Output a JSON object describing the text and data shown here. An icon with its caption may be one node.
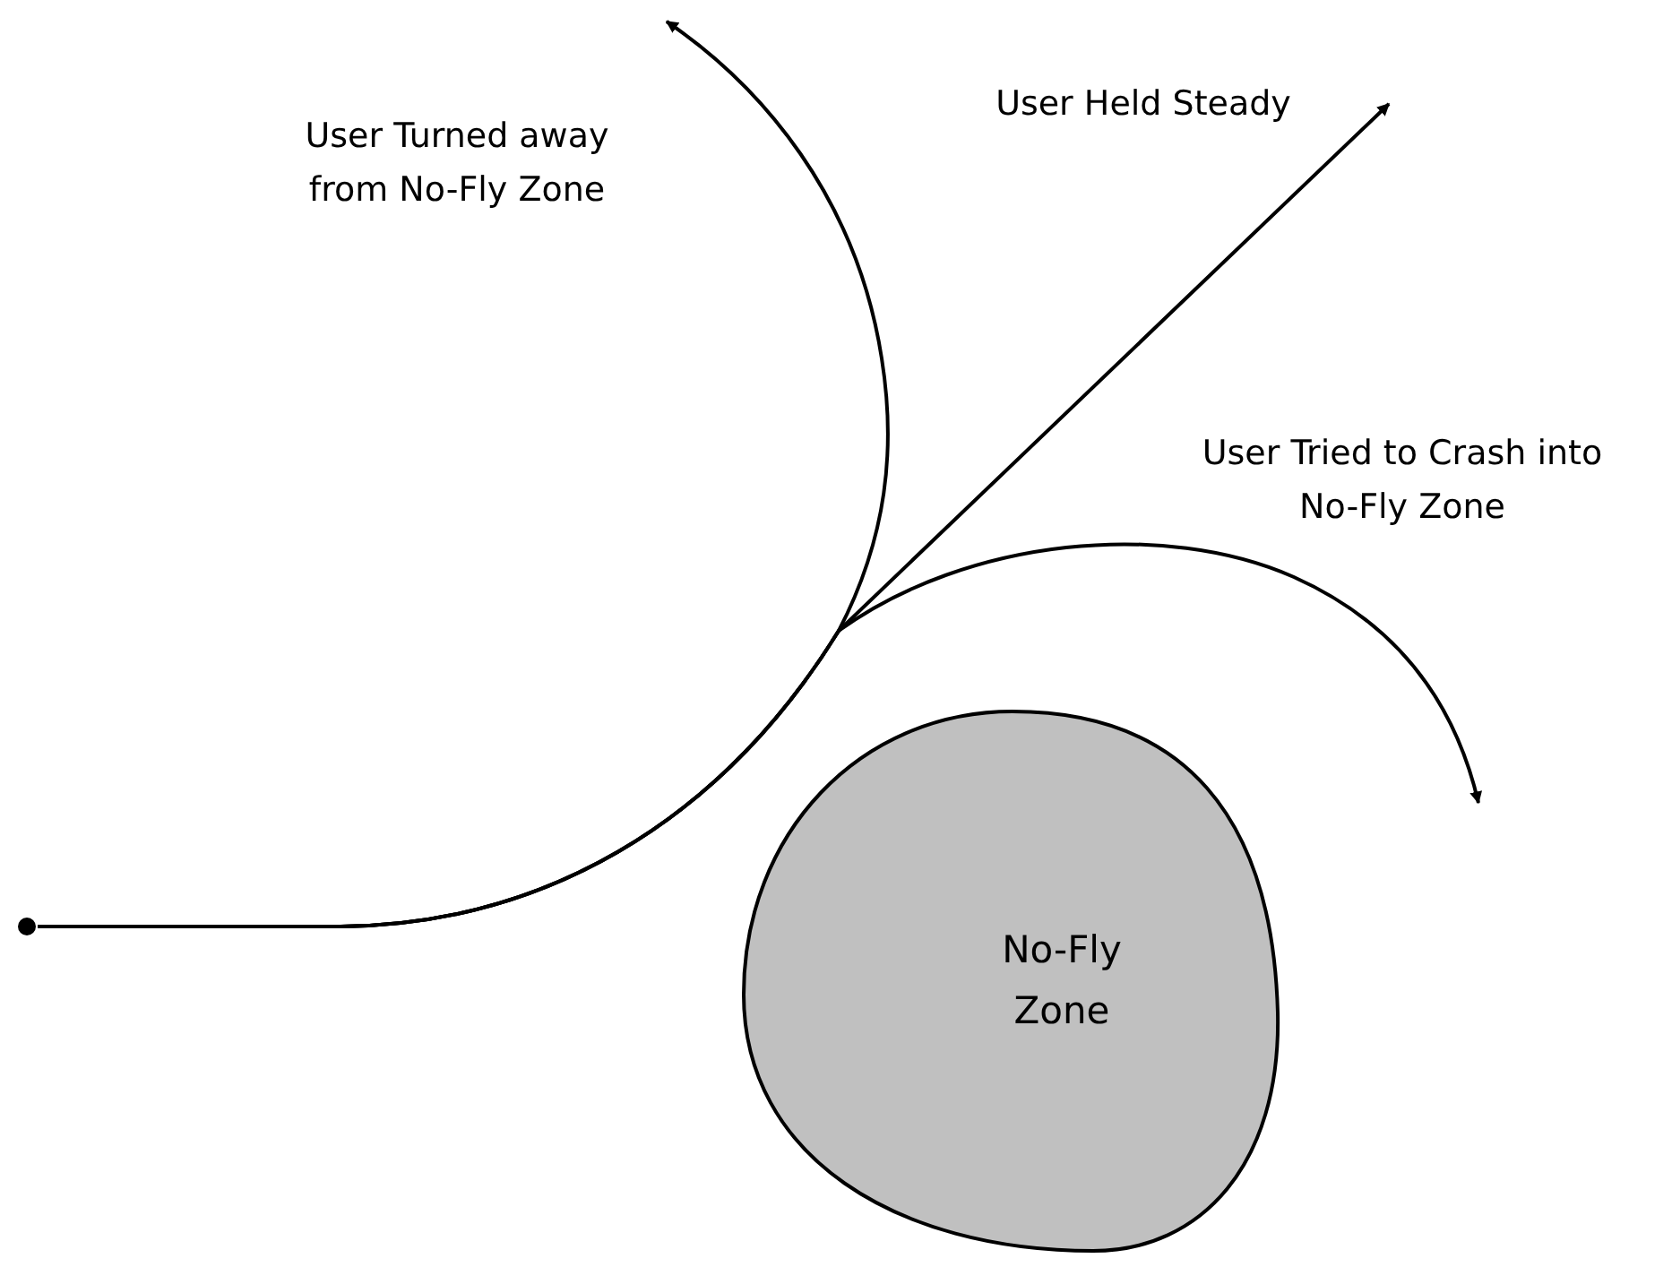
{
  "diagram": {
    "nodes": [
      {
        "text": [],
        "shape": "circle"
      },
      {
        "text": [
          "No-Fly Zone"
        ]
      },
      {
        "text": [
          "User Turned away from No-Fly Zone"
        ]
      },
      {
        "text": [
          "User Held Steady"
        ]
      }
    ],
    "edges": [
      {
        "from": 0,
        "to": 2,
        "arrow": "to"
      },
      {
        "from": 0,
        "to": 3,
        "arrow": "to"
      },
      {
        "from": 0,
        "to": null,
        "arrow": "to",
        "label": "User Tried to Crash into No-Fly Zone"
      }
    ]
  }
}
